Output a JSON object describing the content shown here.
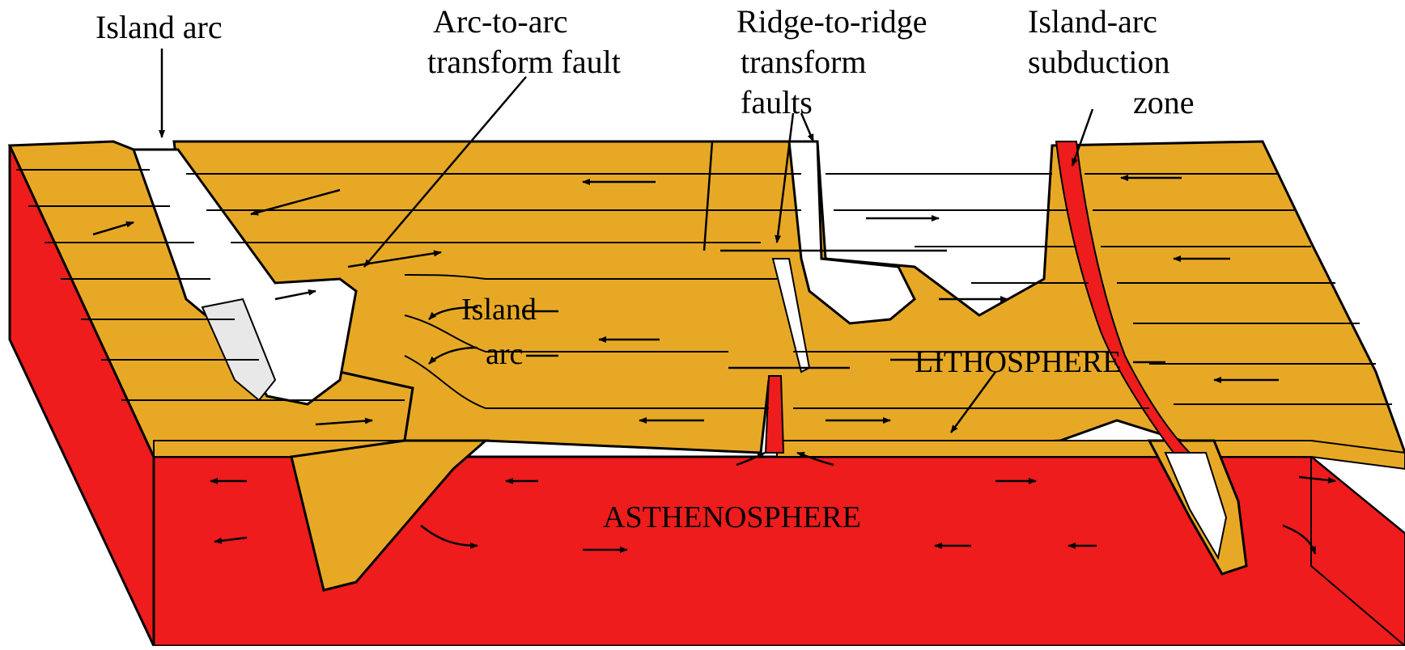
{
  "labels": {
    "island_arc_top": "Island arc",
    "arc_to_arc_1": "Arc-to-arc",
    "arc_to_arc_2": "transform fault",
    "ridge_1": "Ridge-to-ridge",
    "ridge_2": "transform",
    "ridge_3": "faults",
    "subduction_1": "Island-arc",
    "subduction_2": "subduction",
    "subduction_3": "zone",
    "island_arc_mid_1": "Island",
    "island_arc_mid_2": "arc",
    "lithosphere": "LITHOSPHERE",
    "asthenosphere": "ASTHENOSPHERE"
  },
  "colors": {
    "lithosphere": "#e7a925",
    "asthenosphere": "#ee1c1c",
    "outline": "#000000",
    "background": "#ffffff"
  }
}
